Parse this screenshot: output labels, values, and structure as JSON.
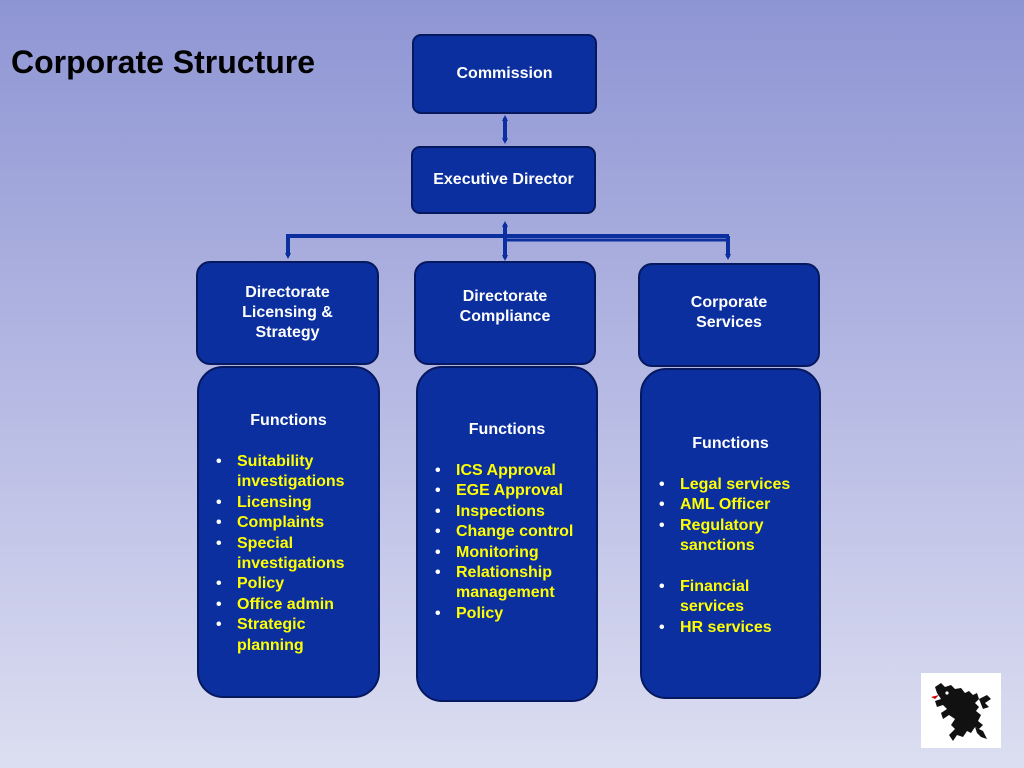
{
  "title": "Corporate Structure",
  "commission": "Commission",
  "executive_director": "Executive Director",
  "directorates": [
    {
      "name": "Directorate Licensing & Strategy",
      "functions_heading": "Functions",
      "functions": [
        "Suitability investigations",
        "Licensing",
        "Complaints",
        "Special investigations",
        "Policy",
        "Office admin",
        "Strategic planning"
      ]
    },
    {
      "name": "Directorate Compliance",
      "functions_heading": "Functions",
      "functions": [
        "ICS Approval",
        "EGE Approval",
        "Inspections",
        "Change control",
        "Monitoring",
        "Relationship management",
        "Policy"
      ]
    },
    {
      "name": "Corporate Services",
      "functions_heading": "Functions",
      "functions": [
        "Legal services",
        "AML Officer",
        "Regulatory sanctions",
        "Financial services",
        "HR services"
      ]
    }
  ],
  "logo": "lion-crest-icon",
  "colors": {
    "box_fill": "#0b2f9e",
    "box_border": "#06185e",
    "function_text": "#ffff00",
    "connector": "#0b2f9e"
  }
}
